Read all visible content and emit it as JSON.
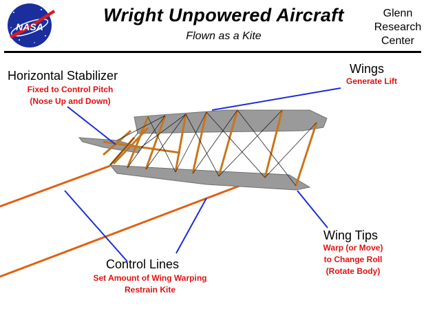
{
  "header": {
    "logo_text": "NASA",
    "title": "Wright Unpowered Aircraft",
    "subtitle": "Flown as a Kite",
    "center_name": [
      "Glenn",
      "Research",
      "Center"
    ]
  },
  "callouts": {
    "horizontal_stabilizer": {
      "label": "Horizontal Stabilizer",
      "notes": [
        "Fixed to Control Pitch",
        "(Nose Up and Down)"
      ]
    },
    "wings": {
      "label": "Wings",
      "notes": [
        "Generate Lift"
      ]
    },
    "wing_tips": {
      "label": "Wing Tips",
      "notes": [
        "Warp (or Move)",
        "to Change Roll",
        "(Rotate Body)"
      ]
    },
    "control_lines": {
      "label": "Control Lines",
      "notes": [
        "Set Amount of Wing Warping",
        "Restrain Kite"
      ]
    }
  },
  "colors": {
    "label_text": "#000000",
    "note_text": "#e01010",
    "leader_line": "#1a2cd8",
    "control_line": "#e06010",
    "wing_fill": "#9a9a9a",
    "strut": "#c8751a",
    "nasa_blue": "#1a2e9e",
    "nasa_red": "#e01818"
  }
}
